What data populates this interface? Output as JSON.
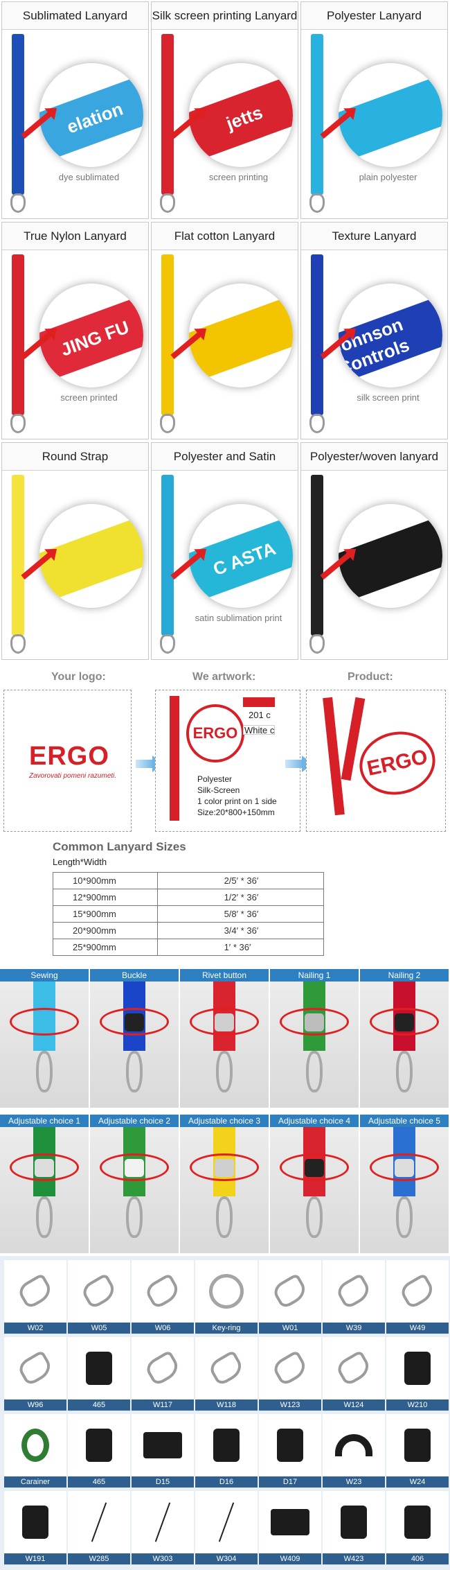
{
  "lanyard_types": [
    {
      "title": "Sublimated Lanyard",
      "caption": "dye sublimated",
      "strap_color": "#1d4fb8",
      "band_color": "#3aa6e0",
      "band_text": "elation"
    },
    {
      "title": "Silk screen printing Lanyard",
      "caption": "screen printing",
      "strap_color": "#d9232e",
      "band_color": "#d9232e",
      "band_text": "jetts"
    },
    {
      "title": "Polyester Lanyard",
      "caption": "plain polyester",
      "strap_color": "#29b1e0",
      "band_color": "#29b1e0",
      "band_text": ""
    },
    {
      "title": "True Nylon Lanyard",
      "caption": "screen printed",
      "strap_color": "#d9232e",
      "band_color": "#e02a3a",
      "band_text": "JING FU"
    },
    {
      "title": "Flat cotton Lanyard",
      "caption": "",
      "strap_color": "#f2c500",
      "band_color": "#f2c500",
      "band_text": ""
    },
    {
      "title": "Texture Lanyard",
      "caption": "silk screen print",
      "strap_color": "#1f3fb5",
      "band_color": "#1f3fb5",
      "band_text": "Johnson Controls"
    },
    {
      "title": "Round Strap",
      "caption": "",
      "strap_color": "#f5e23a",
      "band_color": "#f0e030",
      "band_text": ""
    },
    {
      "title": "Polyester and Satin",
      "caption": "satin  sublimation print",
      "strap_color": "#26a9d6",
      "band_color": "#26b7d8",
      "band_text": "C ASTA"
    },
    {
      "title": "Polyester/woven lanyard",
      "caption": "",
      "strap_color": "#222222",
      "band_color": "#1a1a1a",
      "band_text": ""
    }
  ],
  "process": {
    "your_logo_label": "Your logo:",
    "artwork_label": "We artwork:",
    "product_label": "Product:",
    "logo_text": "ERGO",
    "logo_tagline": "Zavorovati pomeni razumeti.",
    "badge_text": "ERGO",
    "swatch_red_label": "201 c",
    "swatch_white_label": "White c",
    "art_lines": [
      "Polyester",
      "Silk-Screen",
      "1 color print on 1 side",
      "Size:20*800+150mm"
    ],
    "brand_red": "#d61f26"
  },
  "sizes": {
    "title": "Common Lanyard Sizes",
    "subtitle": "Length*Width",
    "rows": [
      [
        "10*900mm",
        "2/5′ * 36′"
      ],
      [
        "12*900mm",
        "1/2′ * 36′"
      ],
      [
        "15*900mm",
        "5/8′ * 36′"
      ],
      [
        "20*900mm",
        "3/4′ * 36′"
      ],
      [
        "25*900mm",
        "1′ * 36′"
      ]
    ]
  },
  "attachments": [
    {
      "label": "Sewing",
      "strap": "#3bbde8",
      "part": ""
    },
    {
      "label": "Buckle",
      "strap": "#1a45c9",
      "part": "#222222"
    },
    {
      "label": "Rivet button",
      "strap": "#d9232e",
      "part": "#cfcfcf"
    },
    {
      "label": "Nailing 1",
      "strap": "#2f9a3a",
      "part": "#bdbdbd"
    },
    {
      "label": "Nailing 2",
      "strap": "#c8102e",
      "part": "#222222"
    }
  ],
  "adjustables": [
    {
      "label": "Adjustable choice 1",
      "strap": "#1e8f3b",
      "part": "#dddddd"
    },
    {
      "label": "Adjustable choice 2",
      "strap": "#2e9a3a",
      "part": "#f2f2f2"
    },
    {
      "label": "Adjustable choice 3",
      "strap": "#f3d21c",
      "part": "#cfcfcf"
    },
    {
      "label": "Adjustable choice 4",
      "strap": "#d9232e",
      "part": "#222222"
    },
    {
      "label": "Adjustable choice 5",
      "strap": "#2b6fd1",
      "part": "#dddddd"
    }
  ],
  "parts": [
    [
      "W02",
      "W05",
      "W06",
      "Key-ring",
      "W01",
      "W39",
      "W49"
    ],
    [
      "W96",
      "465",
      "W117",
      "W118",
      "W123",
      "W124",
      "W210"
    ],
    [
      "Carainer",
      "465",
      "D15",
      "D16",
      "D17",
      "W23",
      "W24"
    ],
    [
      "W191",
      "W285",
      "W303",
      "W304",
      "W409",
      "W423",
      "406"
    ]
  ]
}
